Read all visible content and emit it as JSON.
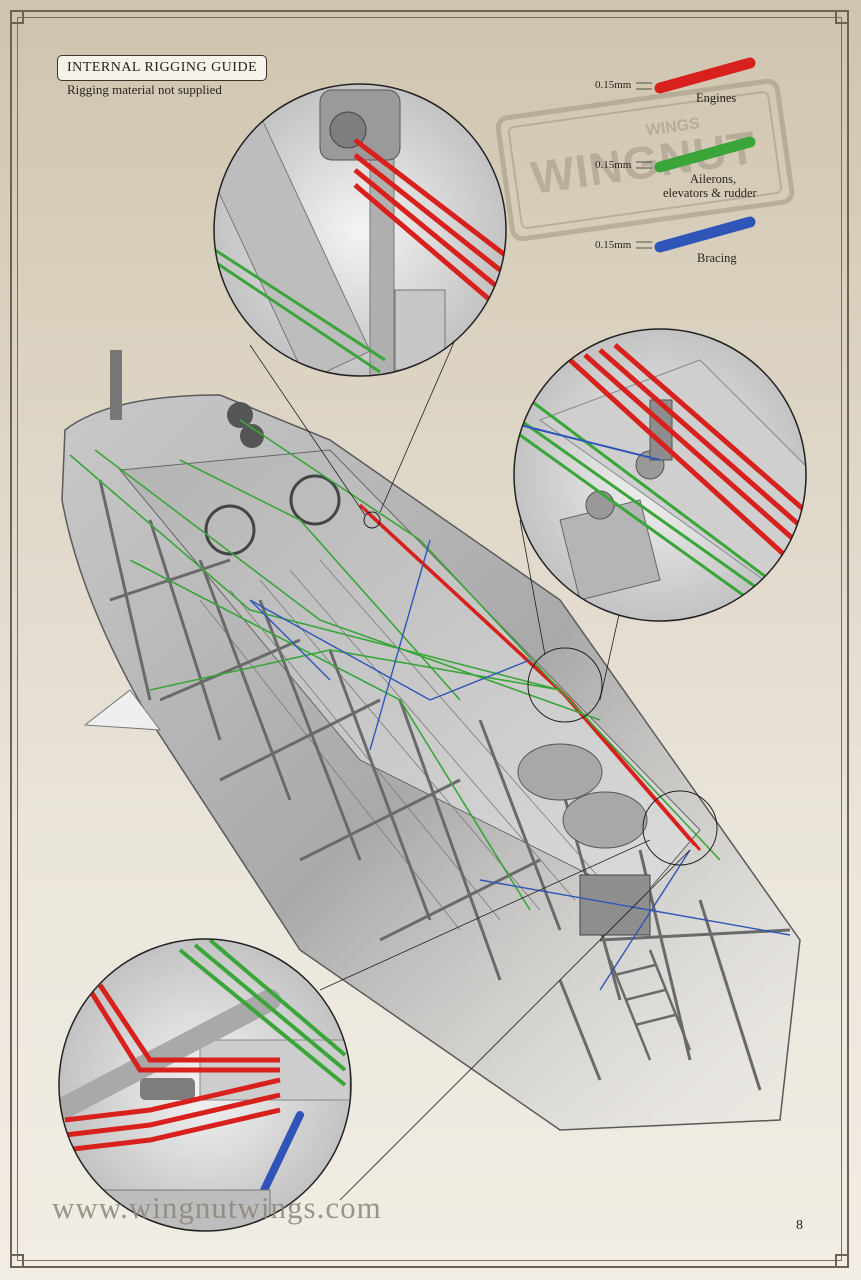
{
  "guide": {
    "title": "INTERNAL RIGGING GUIDE",
    "subtitle": "Rigging material not supplied"
  },
  "legend": [
    {
      "size": "0.15mm",
      "label": "Engines",
      "label_line2": "",
      "color": "#d8211c"
    },
    {
      "size": "0.15mm",
      "label": "Ailerons,",
      "label_line2": "elevators & rudder",
      "color": "#3aa63a"
    },
    {
      "size": "0.15mm",
      "label": "Bracing",
      "label_line2": "",
      "color": "#2f55b8"
    }
  ],
  "stamp": {
    "text": "WINGNUT",
    "sub": "WINGS"
  },
  "footer": {
    "website": "www.wingnutwings.com",
    "page_number": "8"
  },
  "colors": {
    "engines": "#d8211c",
    "controls": "#3aa63a",
    "bracing": "#2f55b8",
    "frame": "#6e6254"
  }
}
